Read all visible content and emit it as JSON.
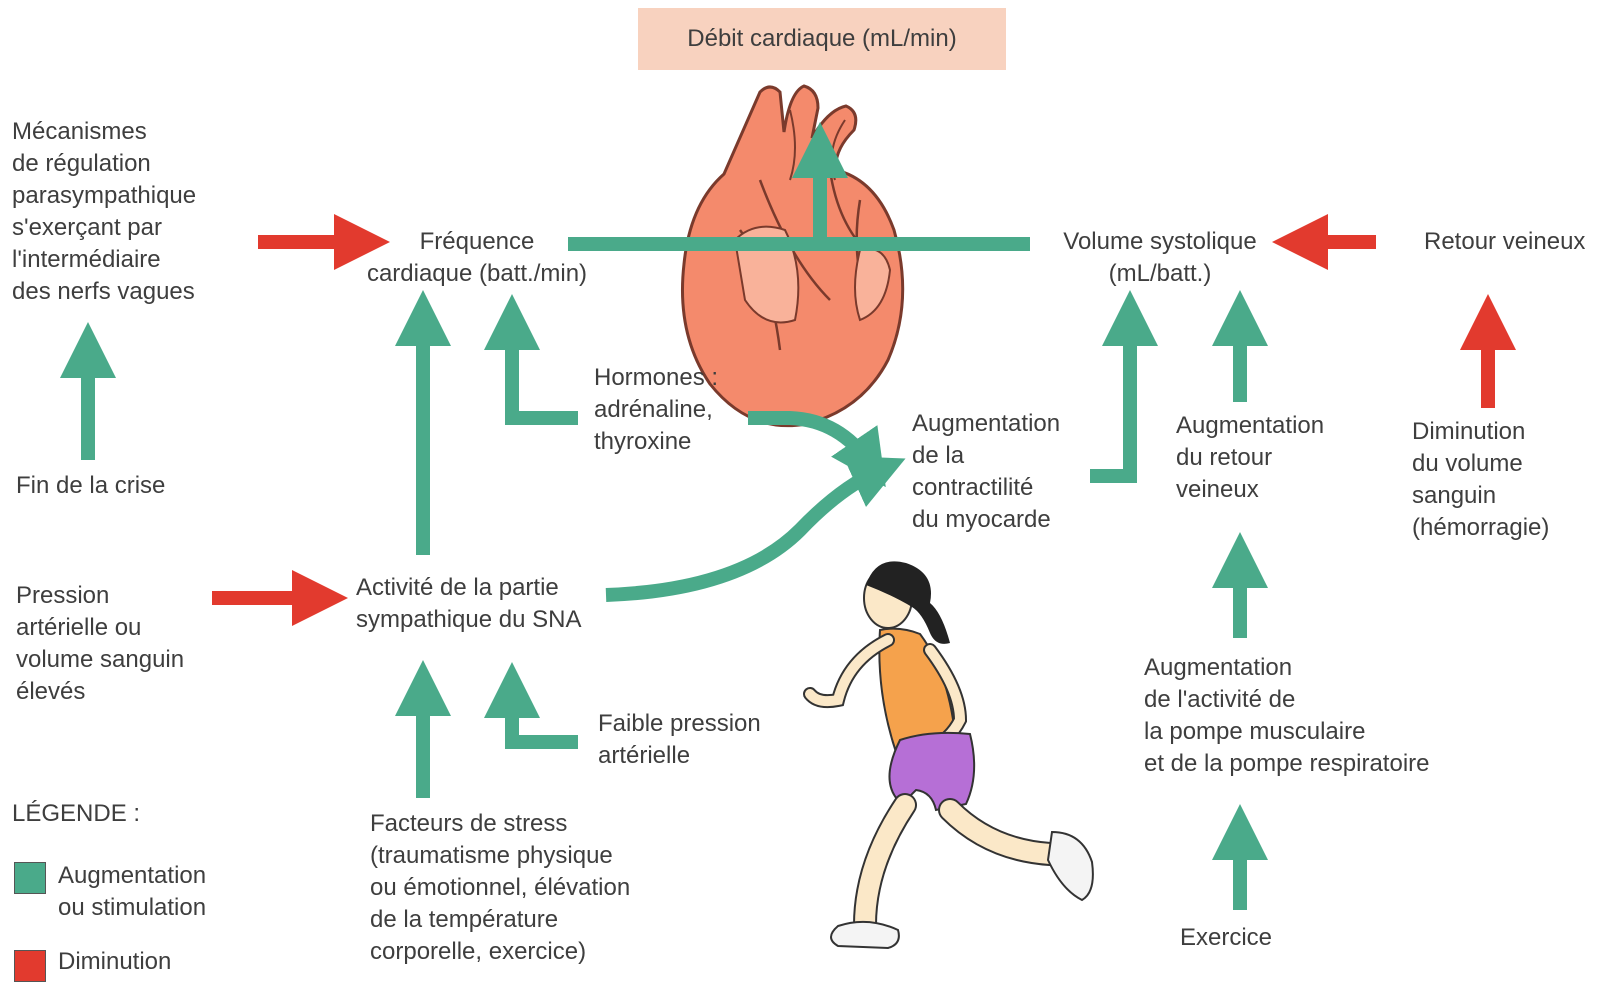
{
  "title": "Débit cardiaque (mL/min)",
  "labels": {
    "parasympathique": "Mécanismes\nde régulation\nparasympathique\ns'exerçant par\nl'intermédiaire\ndes nerfs vagues",
    "frequence": "Fréquence\ncardiaque (batt./min)",
    "volume_systolique": "Volume systolique\n(mL/batt.)",
    "retour_veineux": "Retour veineux",
    "fin_crise": "Fin de la crise",
    "hormones": "Hormones :\nadrénaline,\nthyroxine",
    "contractilite": "Augmentation\nde la\ncontractilité\ndu myocarde",
    "augm_retour": "Augmentation\ndu retour\nveineux",
    "diminution_volume": "Diminution\ndu volume\nsanguin\n(hémorragie)",
    "pression_elevee": "Pression\nartérielle ou\nvolume sanguin\nélevés",
    "sympathique": "Activité de la partie\nsympathique du SNA",
    "faible_pression": "Faible pression\nartérielle",
    "pompe": "Augmentation\nde l'activité de\nla pompe musculaire\net de la pompe respiratoire",
    "stress": "Facteurs de stress\n(traumatisme physique\nou émotionnel, élévation\nde la température\ncorporelle, exercice)",
    "exercice": "Exercice"
  },
  "legend": {
    "title": "LÉGENDE :",
    "increase_label": "Augmentation\nou stimulation",
    "decrease_label": "Diminution"
  },
  "colors": {
    "increase": "#4aaa8a",
    "decrease": "#e23a2e",
    "title_box": "#f8d2bf",
    "heart": "#f48a6c"
  }
}
